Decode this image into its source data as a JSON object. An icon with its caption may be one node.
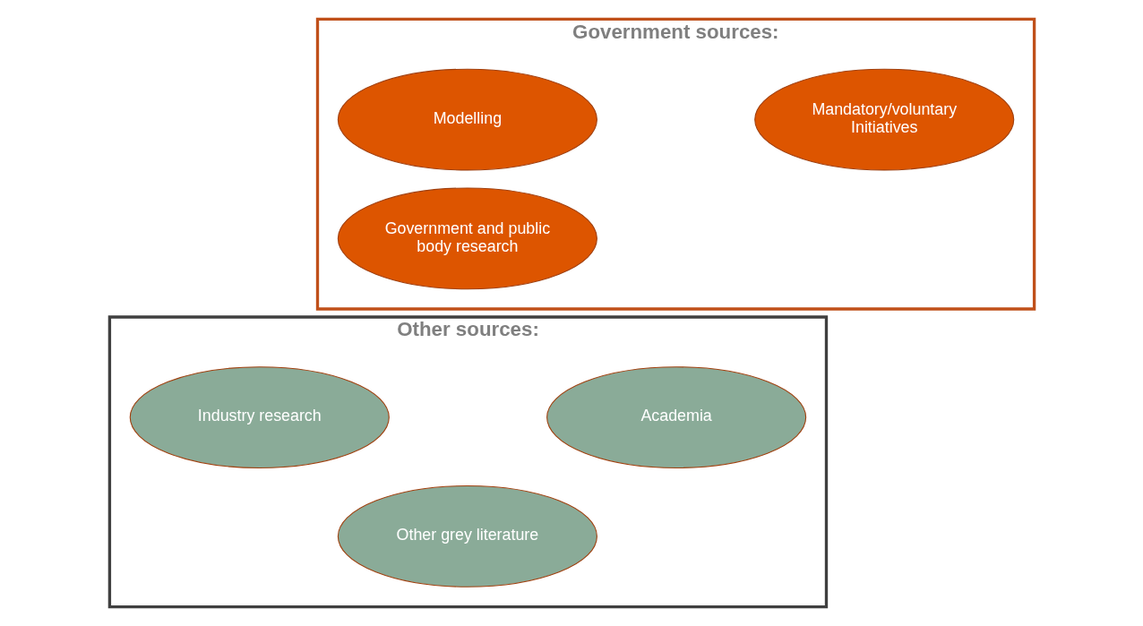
{
  "diagram": {
    "nodes": [
      {
        "text": [
          "Government sources:"
        ]
      },
      {
        "text": [
          "Mandatory/voluntary Initiatives"
        ],
        "in": 0
      },
      {
        "text": [
          "Modelling"
        ],
        "in": 0
      },
      {
        "text": [
          "Government and public body research"
        ],
        "in": 0
      },
      {
        "text": [
          "Other sources:"
        ]
      },
      {
        "text": [
          "Academia"
        ],
        "in": 4
      },
      {
        "text": [
          "Industry research"
        ],
        "in": 4
      },
      {
        "text": [
          "Other grey literature"
        ],
        "in": 4
      }
    ]
  }
}
